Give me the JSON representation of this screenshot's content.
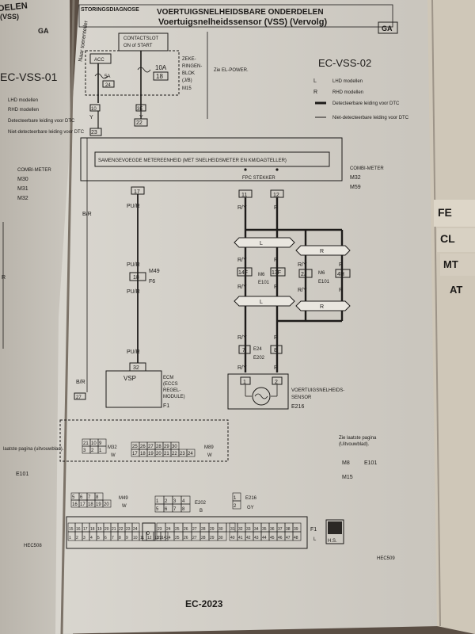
{
  "header": {
    "section_left": "STORINGSDIAGNOSE",
    "title": "Voertuigsnelheidssensor (VSS) (Vervolg)",
    "title_top": "VOERTUIGSNELHEIDSBARE ONDERDELEN",
    "badge": "GA",
    "left_page_header": "DELEN",
    "left_page_badge": "GA"
  },
  "left_page": {
    "diagram_id": "EC-VSS-01",
    "legend": [
      "LHD modellen",
      "RHD modellen",
      "Detecteerbare leiding voor DTC",
      "Niet-detecteerbare leiding voor DTC"
    ],
    "connectors": [
      "M30",
      "M31",
      "M32"
    ],
    "wire_label": "R",
    "bottom_text": "laatste pagina (uitvouwblad).",
    "bottom_refs": [
      "E101"
    ],
    "vertical_text": "(VSS)"
  },
  "diagram": {
    "id": "EC-VSS-02",
    "legend": [
      {
        "symbol": "L",
        "text": "LHD modellen"
      },
      {
        "symbol": "R",
        "text": "RHD modellen"
      },
      {
        "symbol": "thick",
        "text": "Detecteerbare leiding voor DTC"
      },
      {
        "symbol": "thin",
        "text": "Niet-detecteerbare leiding voor DTC"
      }
    ],
    "top_left_label": "Naar toerenteller",
    "ignition": {
      "label1": "CONTACTSLOT",
      "label2": "ON of START"
    },
    "fuse_block": {
      "lines": [
        "ZEKE-",
        "RINGEN-",
        "BLOK",
        "(J/B)"
      ],
      "ref": "M15"
    },
    "elpower": "Zie EL-POWER.",
    "acc_label": "ACC",
    "fuse_left": {
      "amp": "5A",
      "num": "24"
    },
    "fuse_right": {
      "amp": "10A",
      "num": "18"
    },
    "pins_top": [
      "10",
      "3E",
      "15"
    ],
    "wire_y": "Y",
    "pin_22": "22",
    "pin_23": "23",
    "meter": {
      "label": "SAMENGEVOEGDE METEREENHEID (MET SNELHEIDSMETER EN KM/DAGTELLER)",
      "title": "COMBI-METER",
      "refs": [
        "M32",
        "M59"
      ]
    },
    "fpc": "FPC STEKKER",
    "pins_meter": [
      "17",
      "11",
      "12"
    ],
    "wires": {
      "pu_r": "PU/R",
      "b_r": "B/R",
      "r_y": "R/Y",
      "r": "R"
    },
    "junctions": {
      "l": "L",
      "r": "R"
    },
    "mid_conn": {
      "pin": "18",
      "pin2": "F6",
      "ref": "M49"
    },
    "conn_left": {
      "pin_a": "14F",
      "pin_b": "13F",
      "ref": "E101",
      "wire": "R/Y"
    },
    "conn_right": {
      "pin_a": "2J",
      "pin_b": "4H",
      "ref": "M6",
      "ref2": "E101"
    },
    "low_conn": {
      "pin_a": "7",
      "pin_b": "8",
      "ref_a": "E24",
      "ref_b": "E202"
    },
    "pin_ecm": "32",
    "ecm": {
      "pin_label": "VSP",
      "lines": [
        "ECM",
        "(ECCS",
        "REGEL-",
        "MODULE)"
      ],
      "ref": "F1"
    },
    "sensor": {
      "pins": [
        "1",
        "2"
      ],
      "lines": [
        "VOERTUIGSNELHEIDS-",
        "SENSOR"
      ],
      "ref": "E216"
    },
    "ground_pin": "27",
    "conn_views": {
      "m32_top": [
        "21",
        "10",
        "9"
      ],
      "m32_bot": [
        "3",
        "2",
        "1"
      ],
      "m32_ref": "M32",
      "m32_color": "W",
      "m89_top": [
        "25",
        "26",
        "27",
        "28",
        "29",
        "30"
      ],
      "m89_bot": [
        "17",
        "18",
        "19",
        "20",
        "21",
        "22",
        "23",
        "24"
      ],
      "m89_ref": "M89",
      "m89_color": "W",
      "m49_top": [
        "5",
        "6",
        "7",
        "8"
      ],
      "m49_bot": [
        "16",
        "17",
        "18",
        "19",
        "20"
      ],
      "m49_ref": "M49",
      "m49_color": "W",
      "e202_top": [
        "1",
        "2",
        "3",
        "4"
      ],
      "e202_bot": [
        "5",
        "6",
        "7",
        "8"
      ],
      "e202_ref": "E202",
      "e202_color": "B",
      "e216_pins": [
        "1",
        "2"
      ],
      "e216_ref": "E216",
      "e216_color": "GY",
      "ecm_top": [
        "15",
        "16",
        "17",
        "18",
        "19",
        "20",
        "21",
        "22",
        "23",
        "24"
      ],
      "ecm_bot": [
        "1",
        "2",
        "3",
        "4",
        "5",
        "6",
        "7",
        "8",
        "9",
        "10",
        "11",
        "12",
        "13",
        "14"
      ],
      "ecm_r_top": [
        "31",
        "32",
        "33",
        "34",
        "35",
        "36",
        "37",
        "38",
        "39"
      ],
      "ecm_r_bot": [
        "40",
        "41",
        "42",
        "43",
        "44",
        "45",
        "46",
        "47",
        "48"
      ],
      "ecm_mid_top": [
        "23",
        "24",
        "25",
        "26",
        "27",
        "28",
        "29",
        "30"
      ],
      "ecm_ref": "F1",
      "ecm_color": "L",
      "hs_label": "H.S.",
      "zero": "0"
    },
    "see_last_page": [
      "Zie laatste pagina",
      "(Uitvouwblad)."
    ],
    "see_refs": [
      "M8",
      "E101",
      "M15"
    ],
    "footer_code": "HEC509",
    "left_code": "HEC508",
    "page_number": "EC-2023"
  },
  "right_tabs": [
    "FE",
    "CL",
    "MT",
    "AT"
  ]
}
